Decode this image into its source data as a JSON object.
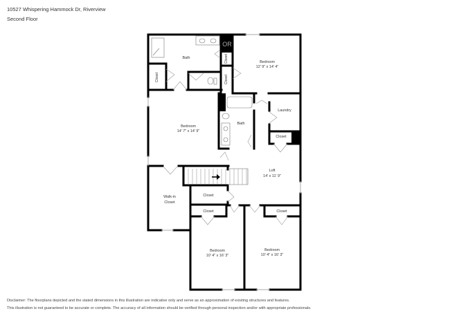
{
  "header": {
    "address": "10527 Whispering Hammock Dr, Riverview",
    "floor": "Second Floor"
  },
  "rooms": {
    "bath_top": {
      "name": "Bath"
    },
    "closet_top_left": {
      "name": "Closet"
    },
    "closet_top_mid_a": {
      "name": "Closet"
    },
    "closet_top_mid_b": {
      "name": "Closet"
    },
    "bedroom_ne": {
      "name": "Bedroom",
      "dims": "12' 9\" x 14' 4\""
    },
    "bedroom_w": {
      "name": "Bedroom",
      "dims": "14' 7\" x 14' 9\""
    },
    "bath_mid": {
      "name": "Bath"
    },
    "laundry": {
      "name": "Laundry"
    },
    "closet_laundry": {
      "name": "Closet"
    },
    "loft": {
      "name": "Loft",
      "dims": "14' x 11' 9\""
    },
    "walk_in_closet": {
      "name": "Walk-in",
      "name2": "Closet"
    },
    "closet_stairs": {
      "name": "Closet"
    },
    "closet_sw": {
      "name": "Closet"
    },
    "closet_se": {
      "name": "Closet"
    },
    "bedroom_sw": {
      "name": "Bedroom",
      "dims": "10' 4\" x 16' 3\""
    },
    "bedroom_se": {
      "name": "Bedroom",
      "dims": "10' 4\" x 16' 3\""
    }
  },
  "watermark": {
    "text": "OR"
  },
  "disclaimer": {
    "line1": "Disclaimer: The floorplans depicted and the stated dimensions in this illustration are indicative only and serve as an approximation of existing structures and features.",
    "line2": "This illustration is not guaranteed to be accurate or complete. The accuracy of all information should be verified through personal inspection and/or with appropriate professionals."
  },
  "colors": {
    "wall": "#000000",
    "background": "#ffffff",
    "text": "#333333"
  }
}
